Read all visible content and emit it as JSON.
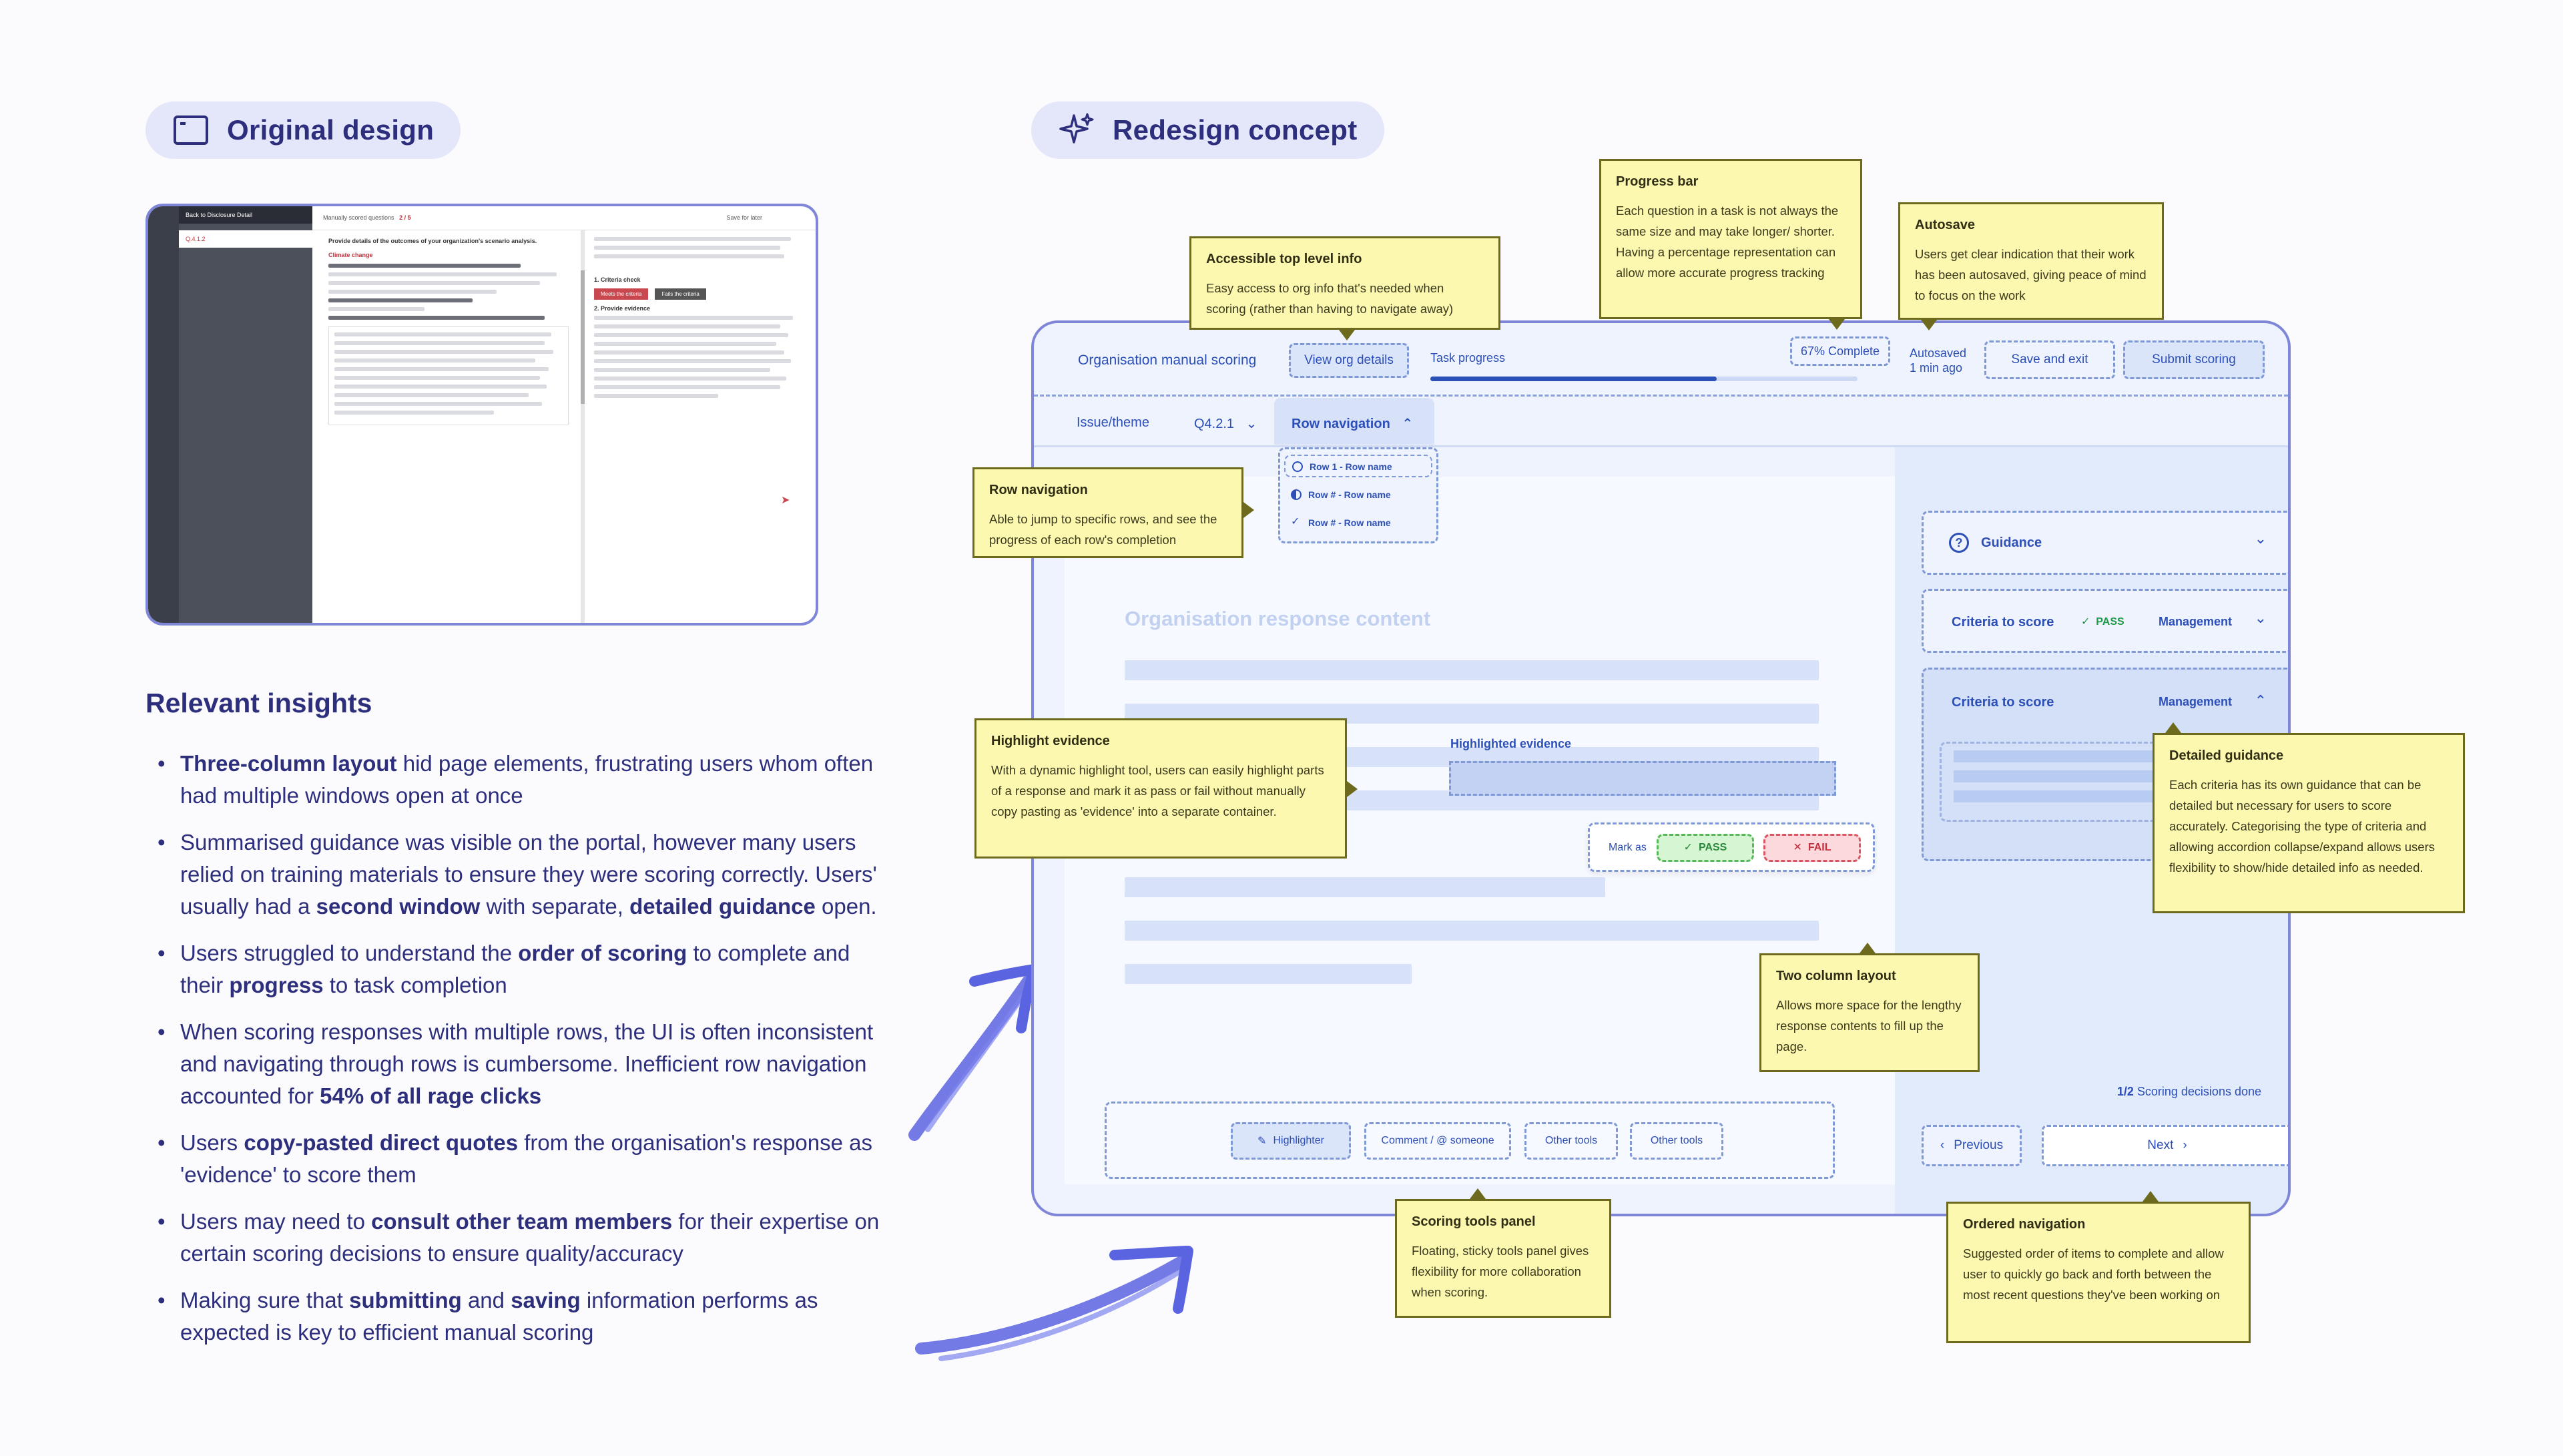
{
  "headings": {
    "original": "Original design",
    "redesign": "Redesign concept"
  },
  "thumbnail": {
    "back_link": "Back to Disclosure Detail",
    "selected_item": "Q.4.1.2",
    "manual_label": "Manually scored questions",
    "counter": "2 / 5",
    "save_label": "Save for later",
    "question": "Provide details of the outcomes of your organization's scenario analysis.",
    "section": "Climate change",
    "criteria_check": "1. Criteria check",
    "meets": "Meets the criteria",
    "fails": "Fails the criteria",
    "provide_evidence": "2. Provide evidence"
  },
  "insights": {
    "title": "Relevant insights",
    "items": [
      {
        "bold": "Three-column layout",
        "rest": " hid page elements, frustrating users whom often had multiple windows open at once"
      },
      {
        "pre": "Summarised guidance was visible on the portal, however many users relied on training materials to ensure they were scoring correctly. Users' usually had a ",
        "bold": "second window",
        "mid": " with separate, ",
        "bold2": "detailed guidance",
        "rest": " open."
      },
      {
        "pre": "Users struggled to understand the ",
        "bold": "order of scoring",
        "mid": " to complete and their ",
        "bold2": "progress",
        "rest": " to task completion"
      },
      {
        "pre": "When scoring responses with multiple rows, the UI is often inconsistent and navigating through rows is cumbersome. Inefficient row navigation accounted for ",
        "bold": "54% of all rage clicks",
        "rest": ""
      },
      {
        "pre": "Users ",
        "bold": "copy-pasted direct quotes",
        "rest": " from the organisation's response as 'evidence' to score them"
      },
      {
        "pre": "Users may need to ",
        "bold": "consult other team members",
        "rest": " for their expertise on certain scoring decisions to ensure quality/accuracy"
      },
      {
        "pre": "Making sure that ",
        "bold": "submitting",
        "mid": " and ",
        "bold2": "saving",
        "rest": " information performs as expected is key to efficient manual scoring"
      }
    ]
  },
  "redesign": {
    "app_title": "Organisation manual scoring",
    "view_org": "View org details",
    "task_progress": "Task progress",
    "progress_text": "67% Complete",
    "progress_value": 0.67,
    "autosaved": "Autosaved",
    "autosaved_time": "1 min ago",
    "save_exit": "Save and exit",
    "submit": "Submit scoring",
    "issue_theme": "Issue/theme",
    "question_id": "Q4.2.1",
    "row_nav": "Row navigation",
    "rows": [
      "Row 1 - Row name",
      "Row # - Row name",
      "Row # - Row name"
    ],
    "response_heading": "Organisation response content",
    "highlighted": "Highlighted evidence",
    "mark_as": "Mark as",
    "pass": "PASS",
    "fail": "FAIL",
    "guidance": "Guidance",
    "criteria1": "Criteria to score",
    "criteria1_status": "PASS",
    "criteria1_tag": "Management",
    "criteria2": "Criteria to score",
    "criteria2_tag": "Management",
    "tools": [
      "Highlighter",
      "Comment / @ someone",
      "Other tools",
      "Other tools"
    ],
    "decisions_count": "1/2",
    "decisions_label": "Scoring decisions done",
    "previous": "Previous",
    "next": "Next"
  },
  "callouts": {
    "top_info": {
      "title": "Accessible top level info",
      "body": "Easy access to org info that's needed when scoring (rather than having to navigate away)"
    },
    "progress": {
      "title": "Progress bar",
      "body": "Each question in a task is not always the same size and may take longer/ shorter. Having a percentage representation can allow more accurate progress tracking"
    },
    "autosave": {
      "title": "Autosave",
      "body": "Users get clear indication that their work has been autosaved, giving peace of mind to focus on the work"
    },
    "row_nav": {
      "title": "Row navigation",
      "body": "Able to jump to specific rows, and see the progress of each row's completion"
    },
    "highlight": {
      "title": "Highlight evidence",
      "body": "With a dynamic highlight tool, users can easily highlight parts of a response and mark it as pass or fail without manually copy pasting as 'evidence' into a separate container."
    },
    "detailed": {
      "title": "Detailed guidance",
      "body": "Each criteria has its own guidance that can be detailed but necessary for users to score accurately. Categorising the type of criteria and allowing accordion collapse/expand allows users flexibility to show/hide detailed info as needed."
    },
    "two_col": {
      "title": "Two column layout",
      "body": "Allows more space for the lengthy response contents to fill up the page."
    },
    "tools": {
      "title": "Scoring tools panel",
      "body": "Floating, sticky tools panel gives flexibility for more collaboration when scoring."
    },
    "ordered": {
      "title": "Ordered navigation",
      "body": "Suggested order of items to complete and allow user to quickly go back and forth between the most recent questions they've been working on"
    }
  },
  "colors": {
    "accent": "#2c4fb8",
    "heading": "#2d2f7d",
    "pill": "#e4e6fa",
    "note": "#fdf8b0",
    "arrow": "#5a63e0"
  }
}
